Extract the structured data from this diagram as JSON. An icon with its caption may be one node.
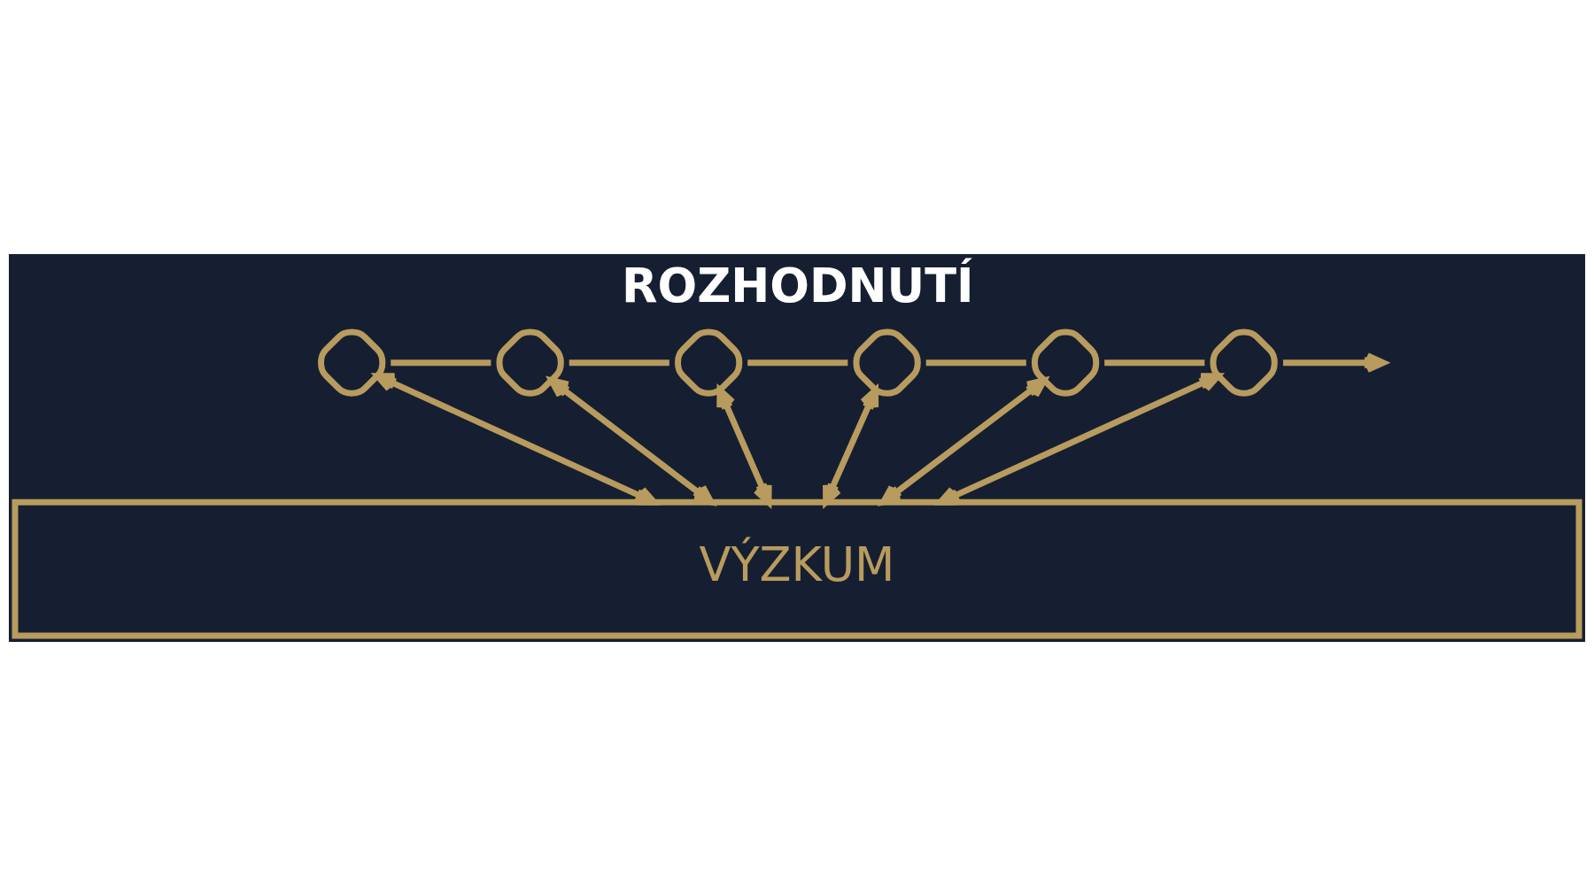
{
  "diagram": {
    "title": "ROZHODNUTÍ",
    "nodes": [
      {
        "text": [],
        "shape": "diamond"
      },
      {
        "text": [],
        "shape": "diamond"
      },
      {
        "text": [],
        "shape": "diamond"
      },
      {
        "text": [],
        "shape": "diamond"
      },
      {
        "text": [],
        "shape": "diamond"
      },
      {
        "text": [],
        "shape": "diamond"
      },
      {
        "text": [
          "VÝZKUM"
        ]
      }
    ],
    "edges": [
      {
        "from": 0,
        "to": 1,
        "arrow": "none"
      },
      {
        "from": 1,
        "to": 2,
        "arrow": "none"
      },
      {
        "from": 2,
        "to": 3,
        "arrow": "none"
      },
      {
        "from": 3,
        "to": 4,
        "arrow": "none"
      },
      {
        "from": 4,
        "to": 5,
        "arrow": "none"
      },
      {
        "from": 5,
        "to": null,
        "arrow": "to"
      },
      {
        "from": 0,
        "to": 6,
        "arrow": "both"
      },
      {
        "from": 1,
        "to": 6,
        "arrow": "both"
      },
      {
        "from": 2,
        "to": 6,
        "arrow": "both"
      },
      {
        "from": 3,
        "to": 6,
        "arrow": "both"
      },
      {
        "from": 4,
        "to": 6,
        "arrow": "both"
      },
      {
        "from": 5,
        "to": 6,
        "arrow": "both"
      }
    ]
  }
}
